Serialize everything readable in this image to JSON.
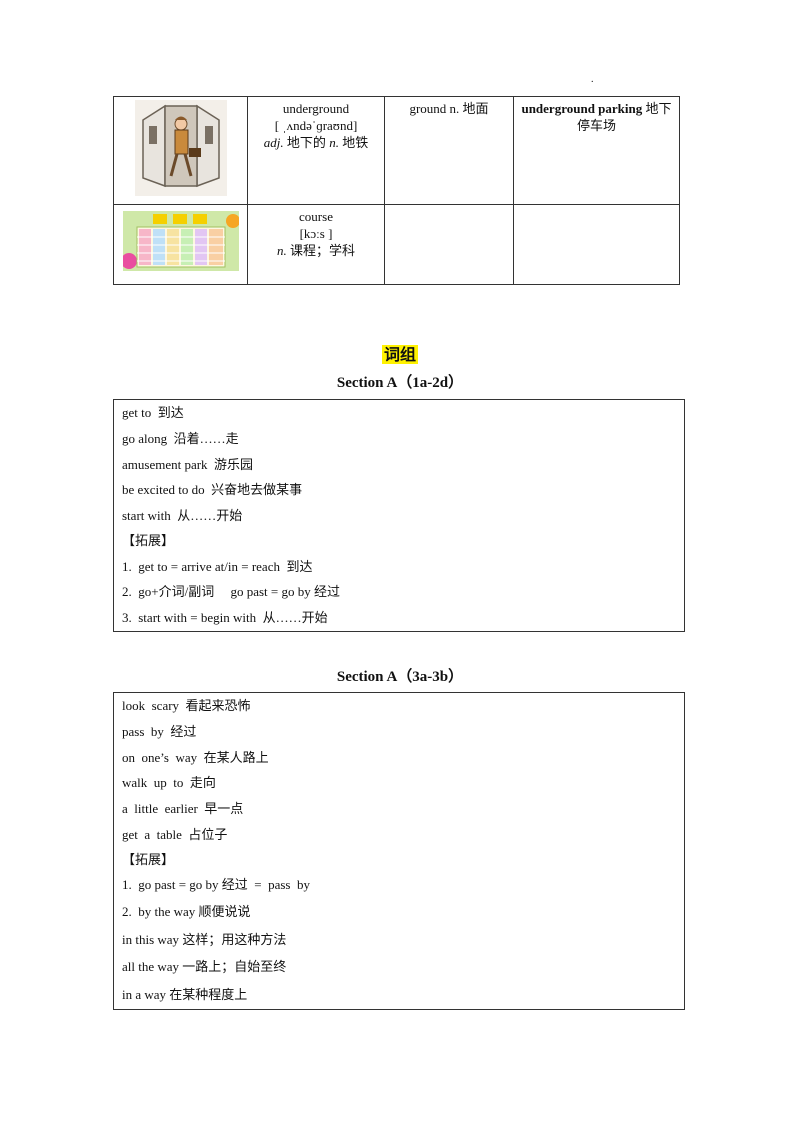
{
  "page_mark": ".",
  "vocab_table": {
    "rows": [
      {
        "word": "underground",
        "phonetic": "[ ˌʌndəˈɡraʊnd]",
        "pos1": "adj.",
        "meaning1": " 地下的 ",
        "pos2": "n.",
        "meaning2": " 地铁",
        "related": "ground  n.  地面",
        "phrase_en": "underground parking",
        "phrase_zh": " 地下停车场",
        "image_icon": "elevator-businessman-picture"
      },
      {
        "word": "course",
        "phonetic": "[kɔːs  ]",
        "pos1": "n.",
        "meaning1": " 课程；学科",
        "related": "",
        "phrase_en": "",
        "phrase_zh": "",
        "image_icon": "timetable-picture"
      }
    ]
  },
  "phrases_title": "词组",
  "section_1": {
    "title": "Section A（1a-2d）",
    "lines": [
      "get to  到达",
      "go along  沿着……走",
      "amusement park  游乐园",
      "be excited to do  兴奋地去做某事",
      "start with  从……开始",
      "【拓展】",
      "1.  get to = arrive at/in = reach  到达",
      "2.  go+介词/副词     go past = go by 经过",
      "3.  start with = begin with  从……开始"
    ]
  },
  "section_2": {
    "title": "Section A（3a-3b）",
    "lines": [
      "look  scary  看起来恐怖",
      "pass  by  经过",
      "on  one’s  way  在某人路上",
      "walk  up  to  走向",
      "a  little  earlier  早一点",
      "get  a  table  占位子",
      "【拓展】",
      "1.  go past = go by 经过  =  pass  by"
    ],
    "lines_mixed": [
      {
        "en": "2.  by the way ",
        "zh": "顺便说说"
      },
      {
        "en": "in this way ",
        "zh": "这样；用这种方法"
      },
      {
        "en": "all the way ",
        "zh": "一路上；自始至终"
      },
      {
        "en": "in a way ",
        "zh": "在某种程度上"
      }
    ]
  }
}
